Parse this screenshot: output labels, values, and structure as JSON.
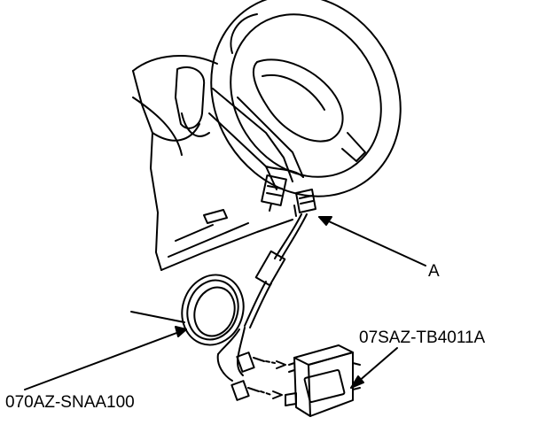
{
  "callouts": {
    "connector_letter": "A",
    "tool_part_number": "07SAZ-TB4011A",
    "harness_part_number": "070AZ-SNAA100"
  },
  "colors": {
    "line": "#000000",
    "background": "#ffffff"
  },
  "icons": [
    "steering-wheel",
    "dashboard",
    "connector",
    "harness-coil",
    "tester-box",
    "leader-arrow"
  ]
}
